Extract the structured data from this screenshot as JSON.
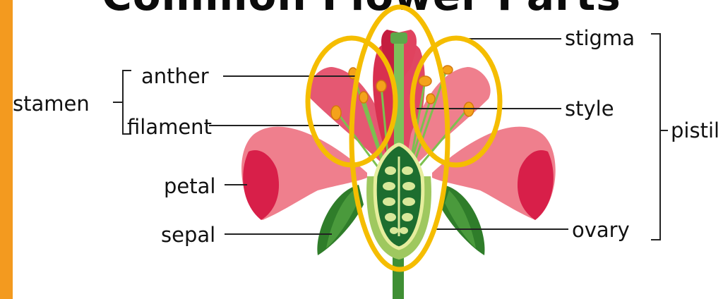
{
  "title": "Common Flower Parts",
  "labels": {
    "stamen": "stamen",
    "anther": "anther",
    "filament": "filament",
    "petal": "petal",
    "sepal": "sepal",
    "stigma": "stigma",
    "style": "style",
    "ovary": "ovary",
    "pistil": "pistil"
  },
  "colors": {
    "strip": "#f39a1f",
    "highlight": "#f5bd00",
    "petal_light": "#ef7f8d",
    "petal_dark": "#d81f49",
    "sepal": "#2f7d2a",
    "stem": "#3f8f34",
    "ovary_fill": "#1d6e2f",
    "ovule": "#d8e89a",
    "anther": "#f4a21b",
    "line": "#222222"
  }
}
